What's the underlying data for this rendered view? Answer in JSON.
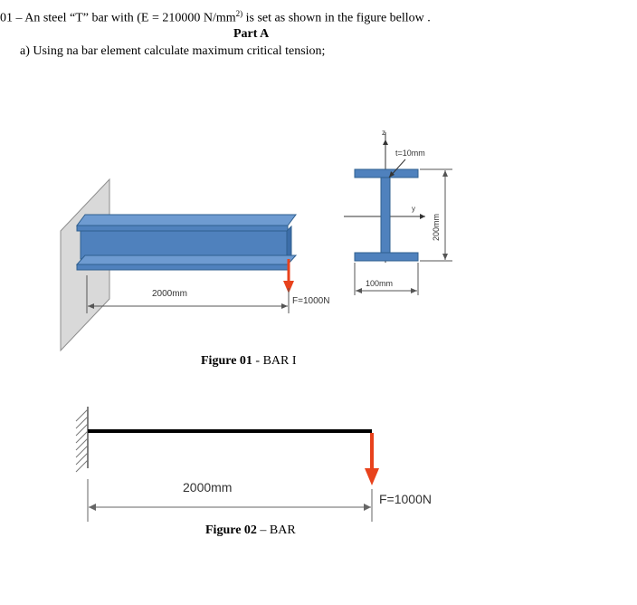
{
  "question": {
    "line1_prefix": "01 – An steel “T” bar with (E = 210000 N/mm",
    "line1_sup": "2)",
    "line1_suffix": " is set as shown in the figure bellow .",
    "part_title": "Part A",
    "item_a": "a)  Using na bar element calculate maximum critical tension;"
  },
  "figure1": {
    "caption_bold": "Figure 01",
    "caption_rest": " - BAR I",
    "length_label": "2000mm",
    "force_label": "F=1000N",
    "axis_z": "z",
    "axis_y": "y",
    "thickness_label": "t=10mm",
    "height_label": "200mm",
    "width_label": "100mm"
  },
  "figure2": {
    "caption_bold": "Figure 02",
    "caption_rest": " – BAR",
    "length_label": "2000mm",
    "force_label": "F=1000N"
  },
  "colors": {
    "beam_blue": "#4f81bd",
    "beam_outline": "#2f5f8f",
    "force_arrow": "#e8421c",
    "wall_gray": "#d9d9d9"
  }
}
